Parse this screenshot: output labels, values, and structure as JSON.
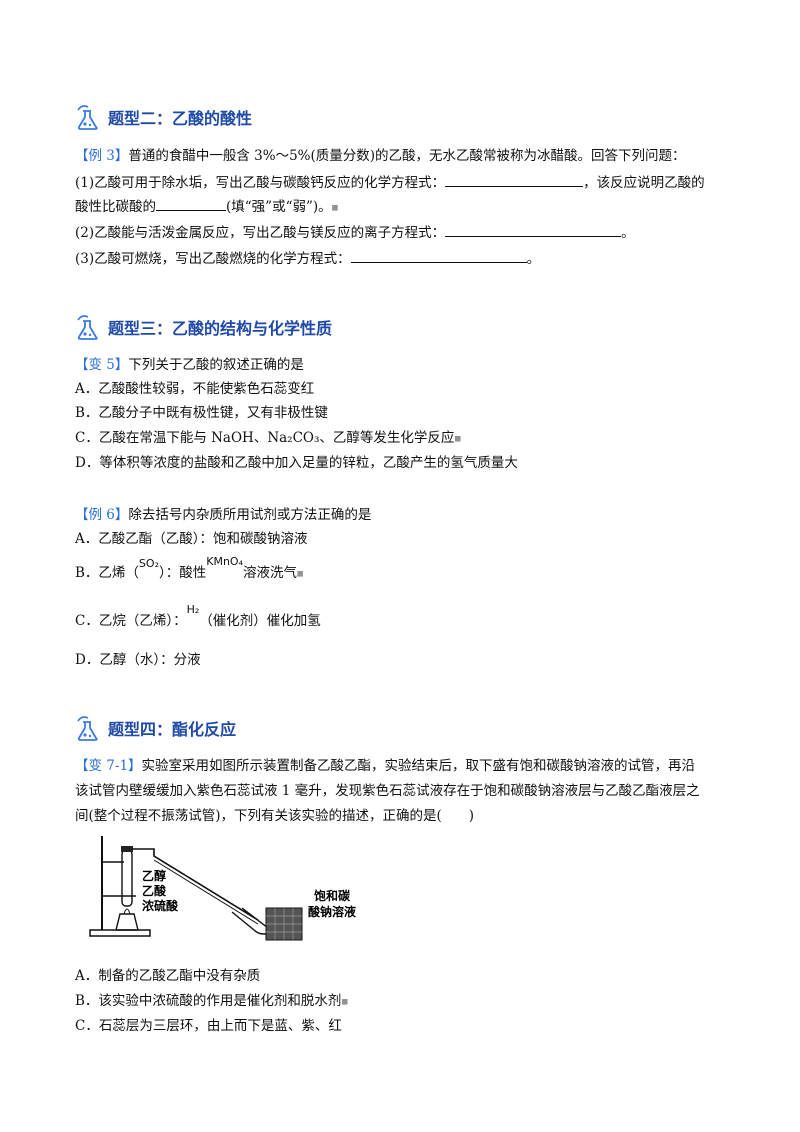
{
  "sections": [
    {
      "title": "题型二：乙酸的酸性"
    },
    {
      "title": "题型三：乙酸的结构与化学性质"
    },
    {
      "title": "题型四：酯化反应"
    }
  ],
  "ex3": {
    "tag": "【例 3】",
    "stem": "普通的食醋中一般含 3%～5%(质量分数)的乙酸，无水乙酸常被称为冰醋酸。回答下列问题：",
    "q1a": "(1)乙酸可用于除水垢，写出乙酸与碳酸钙反应的化学方程式：",
    "q1b": "，该反应说明乙酸的",
    "q1c": "酸性比碳酸的",
    "q1d": "(填“强”或“弱”)。",
    "q2": "(2)乙酸能与活泼金属反应，写出乙酸与镁反应的离子方程式：",
    "q3": "(3)乙酸可燃烧，写出乙酸燃烧的化学方程式：",
    "end": "。"
  },
  "var5": {
    "tag": "【变 5】",
    "stem": "下列关于乙酸的叙述正确的是",
    "A": "A．乙酸酸性较弱，不能使紫色石蕊变红",
    "B": "B．乙酸分子中既有极性键，又有非极性键",
    "C": "C．乙酸在常温下能与 NaOH、Na₂CO₃、乙醇等发生化学反应",
    "D": "D．等体积等浓度的盐酸和乙酸中加入足量的锌粒，乙酸产生的氢气质量大"
  },
  "ex6": {
    "tag": "【例 6】",
    "stem": "除去括号内杂质所用试剂或方法正确的是",
    "A": "A．乙酸乙酯（乙酸）：饱和碳酸钠溶液",
    "B_pre": "B．乙烯（",
    "B_so2": "SO₂",
    "B_mid": "）：酸性",
    "B_kmno4": "KMnO₄",
    "B_post": "溶液洗气",
    "C_pre": "C．乙烷（乙烯）：",
    "C_h2": "H₂",
    "C_post": "（催化剂）催化加氢",
    "D": "D．乙醇（水）：分液"
  },
  "var71": {
    "tag": "【变 7-1】",
    "l1": "实验室采用如图所示装置制备乙酸乙酯，实验结束后，取下盛有饱和碳酸钠溶液的试管，再沿",
    "l2": "该试管内壁缓缓加入紫色石蕊试液 1 毫升，发现紫色石蕊试液存在于饱和碳酸钠溶液层与乙酸乙酯液层之",
    "l3": "间(整个过程不振荡试管)，下列有关该实验的描述，正确的是(　　)",
    "fig": {
      "lbl1": "乙醇",
      "lbl2": "乙酸",
      "lbl3": "浓硫酸",
      "lbl4": "饱和碳",
      "lbl5": "酸钠溶液"
    },
    "A": "A．制备的乙酸乙酯中没有杂质",
    "B": "B．该实验中浓硫酸的作用是催化剂和脱水剂",
    "C": "C．石蕊层为三层环，由上而下是蓝、紫、红"
  },
  "colors": {
    "title": "#1f4aa8",
    "tag": "#2a6fd6"
  }
}
